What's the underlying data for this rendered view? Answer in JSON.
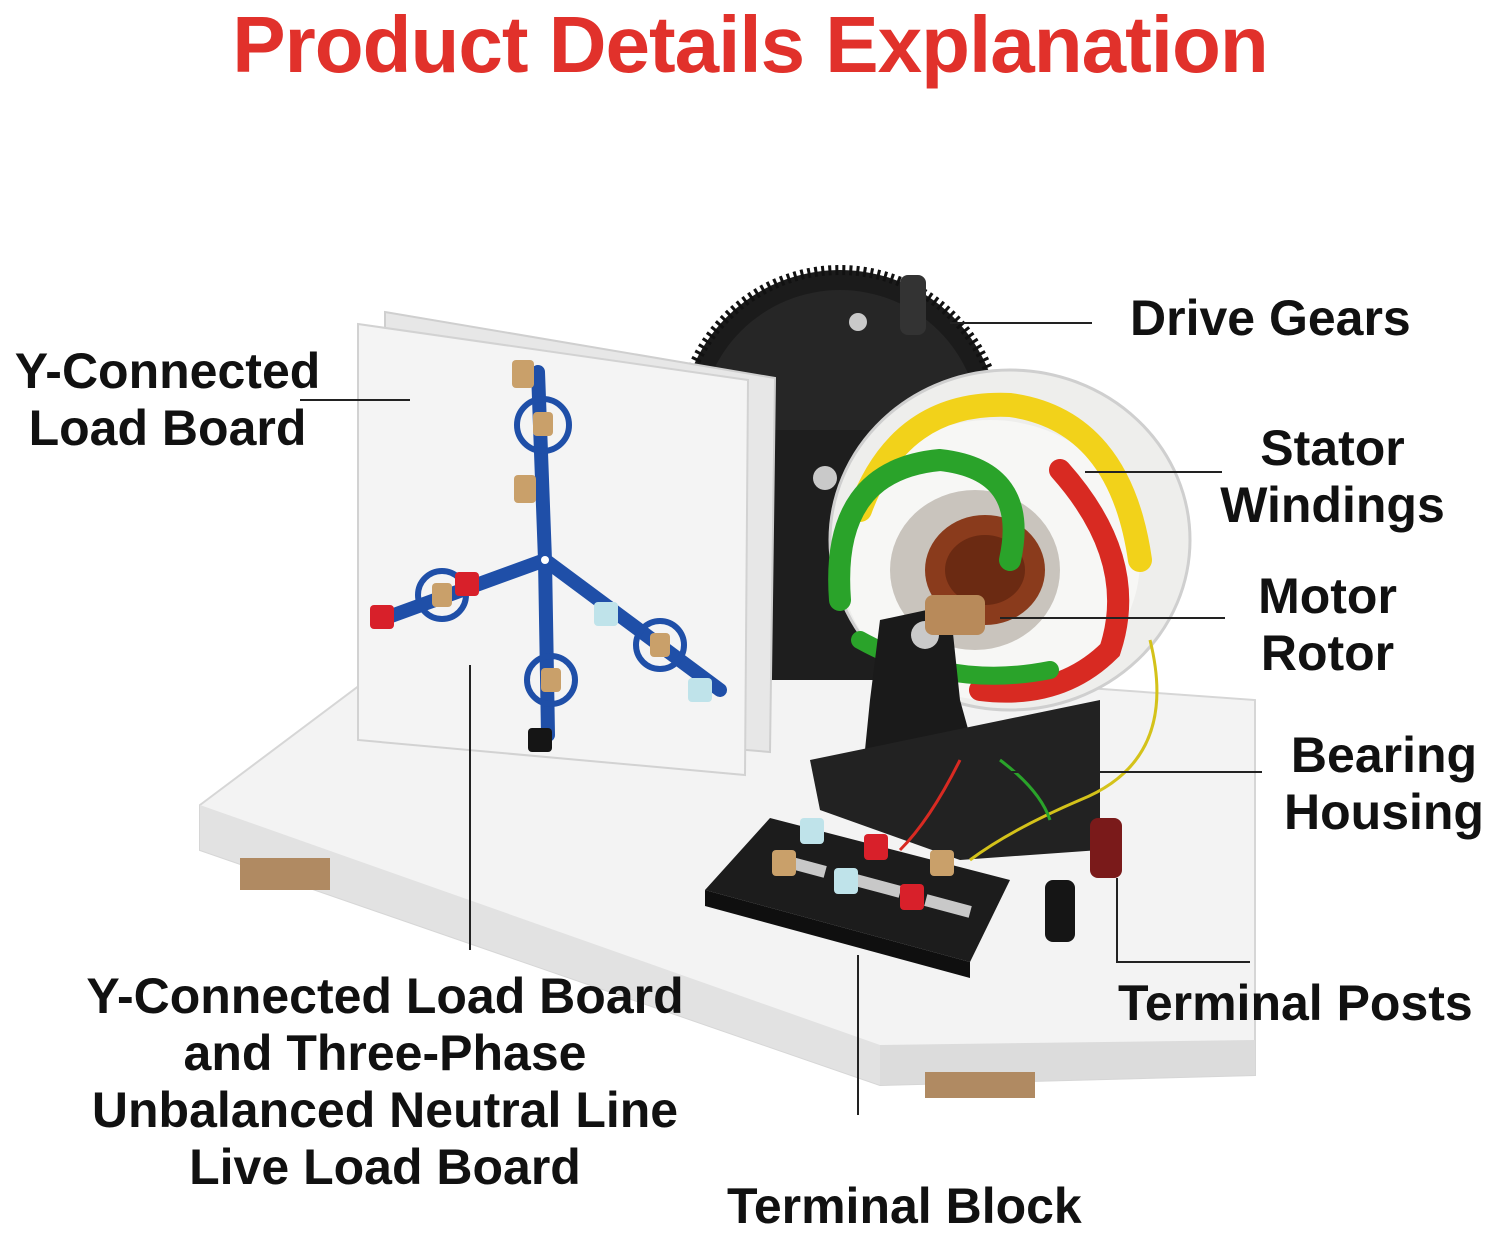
{
  "title": {
    "text": "Product Details Explanation",
    "color": "#e1312b"
  },
  "labels": {
    "load_board_top": [
      "Y-Connected",
      "Load Board"
    ],
    "drive_gears": "Drive Gears",
    "stator_windings": [
      "Stator",
      "Windings"
    ],
    "motor_rotor": [
      "Motor",
      "Rotor"
    ],
    "bearing_housing": [
      "Bearing",
      "Housing"
    ],
    "terminal_posts": "Terminal Posts",
    "load_board_bottom": [
      "Y-Connected Load Board",
      "and Three-Phase",
      "Unbalanced Neutral Line",
      "Live Load Board"
    ],
    "terminal_block": "Terminal Block"
  },
  "colors": {
    "board_blue": "#1f4fa8",
    "winding_yellow": "#f2d21a",
    "winding_green": "#2aa32a",
    "winding_red": "#d82a22",
    "gear_black": "#1b1b1b",
    "terminal_red": "#d8202a",
    "terminal_lightblue": "#bfe3ea",
    "terminal_tan": "#c9a06a"
  }
}
